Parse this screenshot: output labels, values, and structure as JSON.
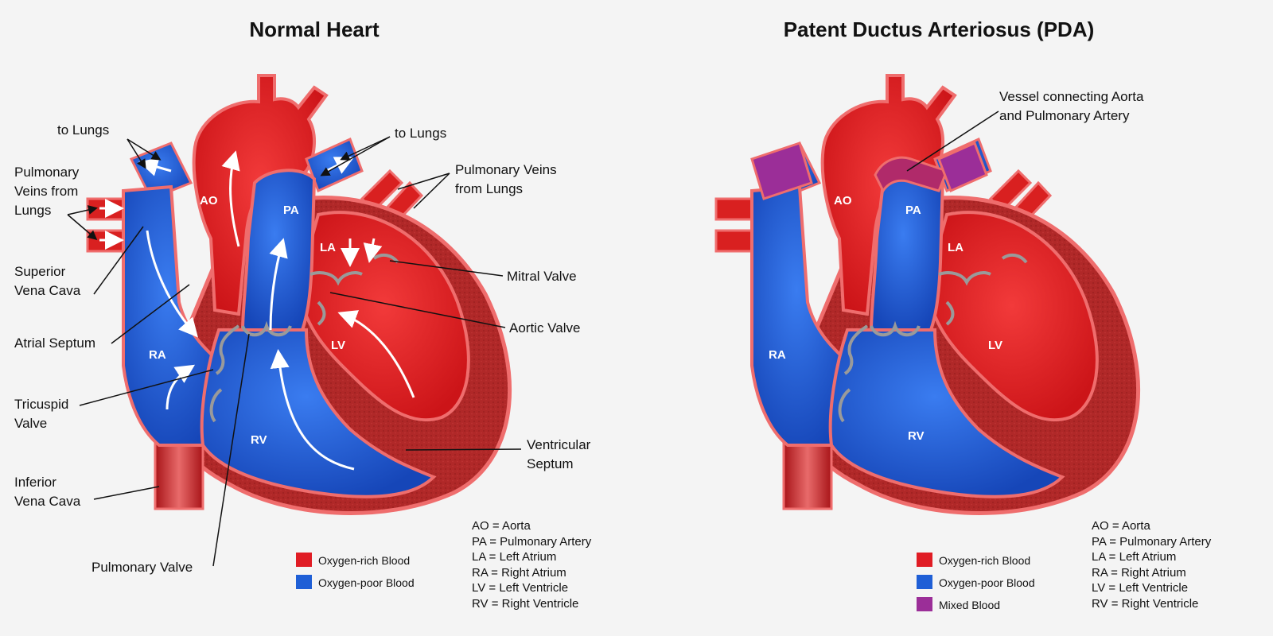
{
  "left": {
    "title": "Normal Heart",
    "labels": {
      "to_lungs_left": "to Lungs",
      "to_lungs_right": "to Lungs",
      "pulmonary_veins_left": "Pulmonary\nVeins from\nLungs",
      "pulmonary_veins_right": "Pulmonary Veins\nfrom Lungs",
      "superior_vena_cava": "Superior\nVena Cava",
      "atrial_septum": "Atrial Septum",
      "tricuspid_valve": "Tricuspid\nValve",
      "inferior_vena_cava": "Inferior\nVena Cava",
      "mitral_valve": "Mitral Valve",
      "aortic_valve": "Aortic Valve",
      "ventricular_septum": "Ventricular\nSeptum",
      "pulmonary_valve": "Pulmonary Valve"
    },
    "chambers": {
      "ao": "AO",
      "pa": "PA",
      "la": "LA",
      "lv": "LV",
      "ra": "RA",
      "rv": "RV"
    },
    "legend": {
      "oxygen_rich": "Oxygen-rich Blood",
      "oxygen_poor": "Oxygen-poor Blood"
    },
    "abbreviations": "AO = Aorta\nPA = Pulmonary Artery\nLA = Left Atrium\nRA = Right Atrium\nLV = Left Ventricle\nRV = Right Ventricle"
  },
  "right": {
    "title": "Patent Ductus Arteriosus (PDA)",
    "labels": {
      "vessel_connecting": "Vessel connecting Aorta\nand Pulmonary Artery"
    },
    "chambers": {
      "ao": "AO",
      "pa": "PA",
      "la": "LA",
      "lv": "LV",
      "ra": "RA",
      "rv": "RV"
    },
    "legend": {
      "oxygen_rich": "Oxygen-rich Blood",
      "oxygen_poor": "Oxygen-poor Blood",
      "mixed": "Mixed Blood"
    },
    "abbreviations": "AO = Aorta\nPA = Pulmonary Artery\nLA = Left Atrium\nRA = Right Atrium\nLV = Left Ventricle\nRV = Right Ventricle"
  },
  "colors": {
    "red": "#e01c24",
    "blue": "#1f5fd6",
    "purple": "#9b2e98",
    "muscle": "#b22a2a",
    "outline": "#ef6d6d",
    "valve": "#9a9a9a"
  }
}
